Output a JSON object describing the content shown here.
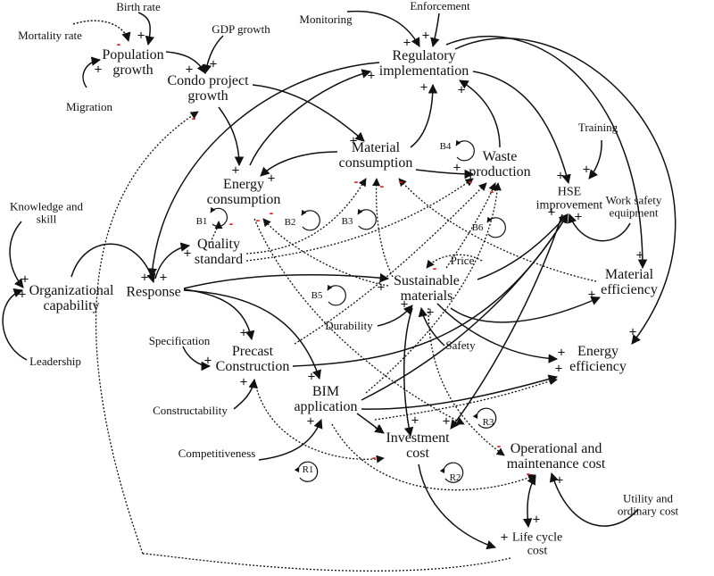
{
  "title": "Causal loop diagram: sustainable condominium construction",
  "nodes": {
    "birth_rate": "Birth rate",
    "mortality_rate": "Mortality rate",
    "migration": "Migration",
    "population_growth": [
      "Population",
      "growth"
    ],
    "gdp_growth": "GDP growth",
    "condo_project_growth": [
      "Condo project",
      "growth"
    ],
    "monitoring": "Monitoring",
    "enforcement": "Enforcement",
    "regulatory_implementation": [
      "Regulatory",
      "implementation"
    ],
    "energy_consumption": [
      "Energy",
      "consumption"
    ],
    "material_consumption": [
      "Material",
      "consumption"
    ],
    "waste_production": [
      "Waste",
      "production"
    ],
    "training": "Training",
    "hse_improvement": [
      "HSE",
      "improvement"
    ],
    "work_safety_equipment": [
      "Work safety",
      "equipment"
    ],
    "knowledge_and_skill": [
      "Knowledge and",
      "skill"
    ],
    "organizational_capability": [
      "Organizational",
      "capability"
    ],
    "leadership": "Leadership",
    "response": "Response",
    "quality_standard": [
      "Quality",
      "standard"
    ],
    "price": "Price",
    "sustainable_materials": [
      "Sustainable",
      "materials"
    ],
    "material_efficiency": [
      "Material",
      "efficiency"
    ],
    "durability": "Durability",
    "safety": "Safety",
    "energy_efficiency": [
      "Energy",
      "efficiency"
    ],
    "specification": "Specification",
    "precast_construction": [
      "Precast",
      "Construction"
    ],
    "constructability": "Constructability",
    "bim_application": [
      "BIM",
      "application"
    ],
    "competitiveness": "Competitiveness",
    "investment_cost": [
      "Investment",
      "cost"
    ],
    "operational_maintenance_cost": [
      "Operational and",
      "maintenance cost"
    ],
    "utility_ordinary_cost": [
      "Utility and",
      "ordinary cost"
    ],
    "life_cycle_cost": [
      "Life cycle",
      "cost"
    ]
  },
  "loops": [
    "B1",
    "B2",
    "B3",
    "B4",
    "B5",
    "B6",
    "R1",
    "R2",
    "R3"
  ],
  "polarity": {
    "positive": "+",
    "negative": "-"
  },
  "colors": {
    "negative": "#e02020",
    "line": "#111111"
  }
}
